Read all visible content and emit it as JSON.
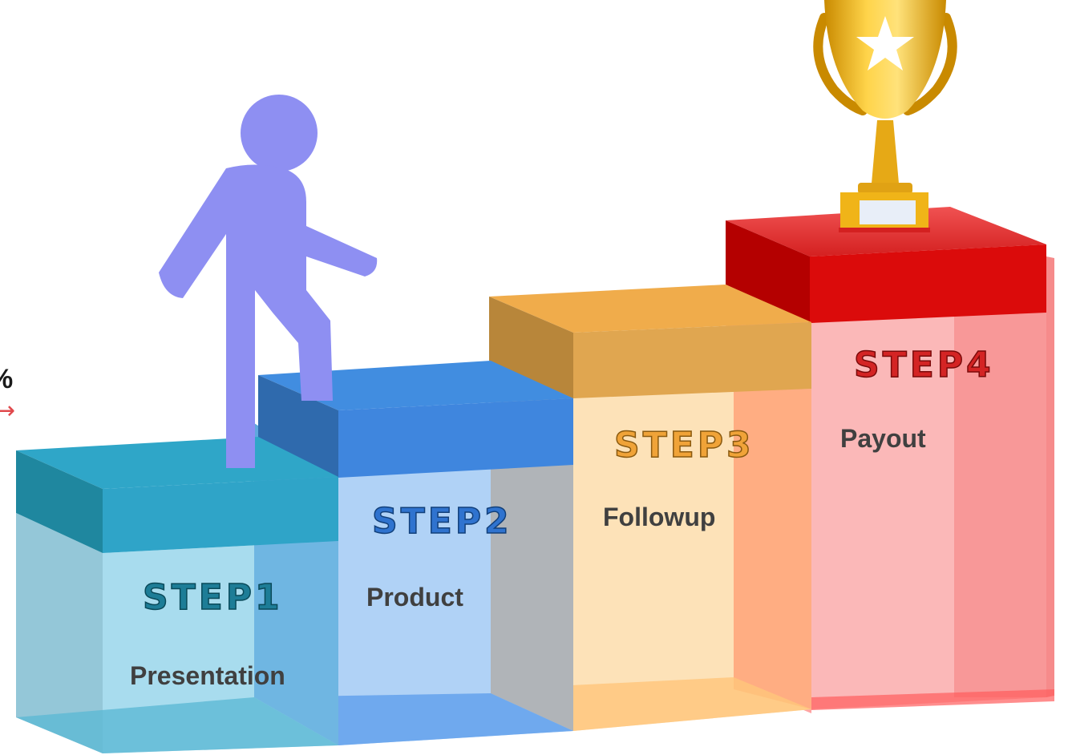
{
  "fragment": {
    "percent": "%",
    "arrow": "→"
  },
  "steps": [
    {
      "title": "STEP1",
      "description": "Presentation",
      "color": "#2aa5c6"
    },
    {
      "title": "STEP2",
      "description": "Product",
      "color": "#3a84db"
    },
    {
      "title": "STEP3",
      "description": "Followup",
      "color": "#e7a54a"
    },
    {
      "title": "STEP4",
      "description": "Payout",
      "color": "#d81e1e"
    }
  ],
  "icons": {
    "person": "walking-person-icon",
    "trophy": "trophy-icon"
  }
}
